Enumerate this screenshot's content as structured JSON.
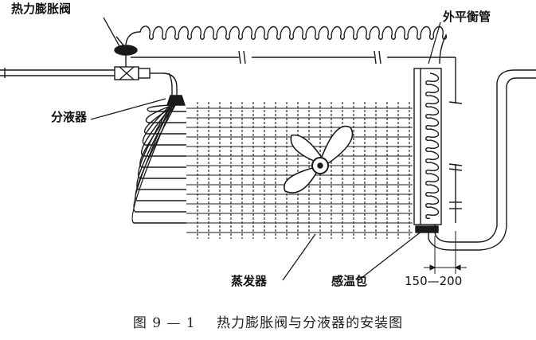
{
  "labels": {
    "expansion_valve": "热力膨胀阀",
    "equalizer_tube": "外平衡管",
    "distributor": "分液器",
    "evaporator": "蒸发器",
    "sensing_bulb": "感温包",
    "distance": "150—200"
  },
  "caption": {
    "figure_number": "图 9 — 1",
    "title": "热力膨胀阀与分液器的安装图"
  },
  "colors": {
    "ink": "#1a1a1a",
    "paper": "#ffffff"
  }
}
